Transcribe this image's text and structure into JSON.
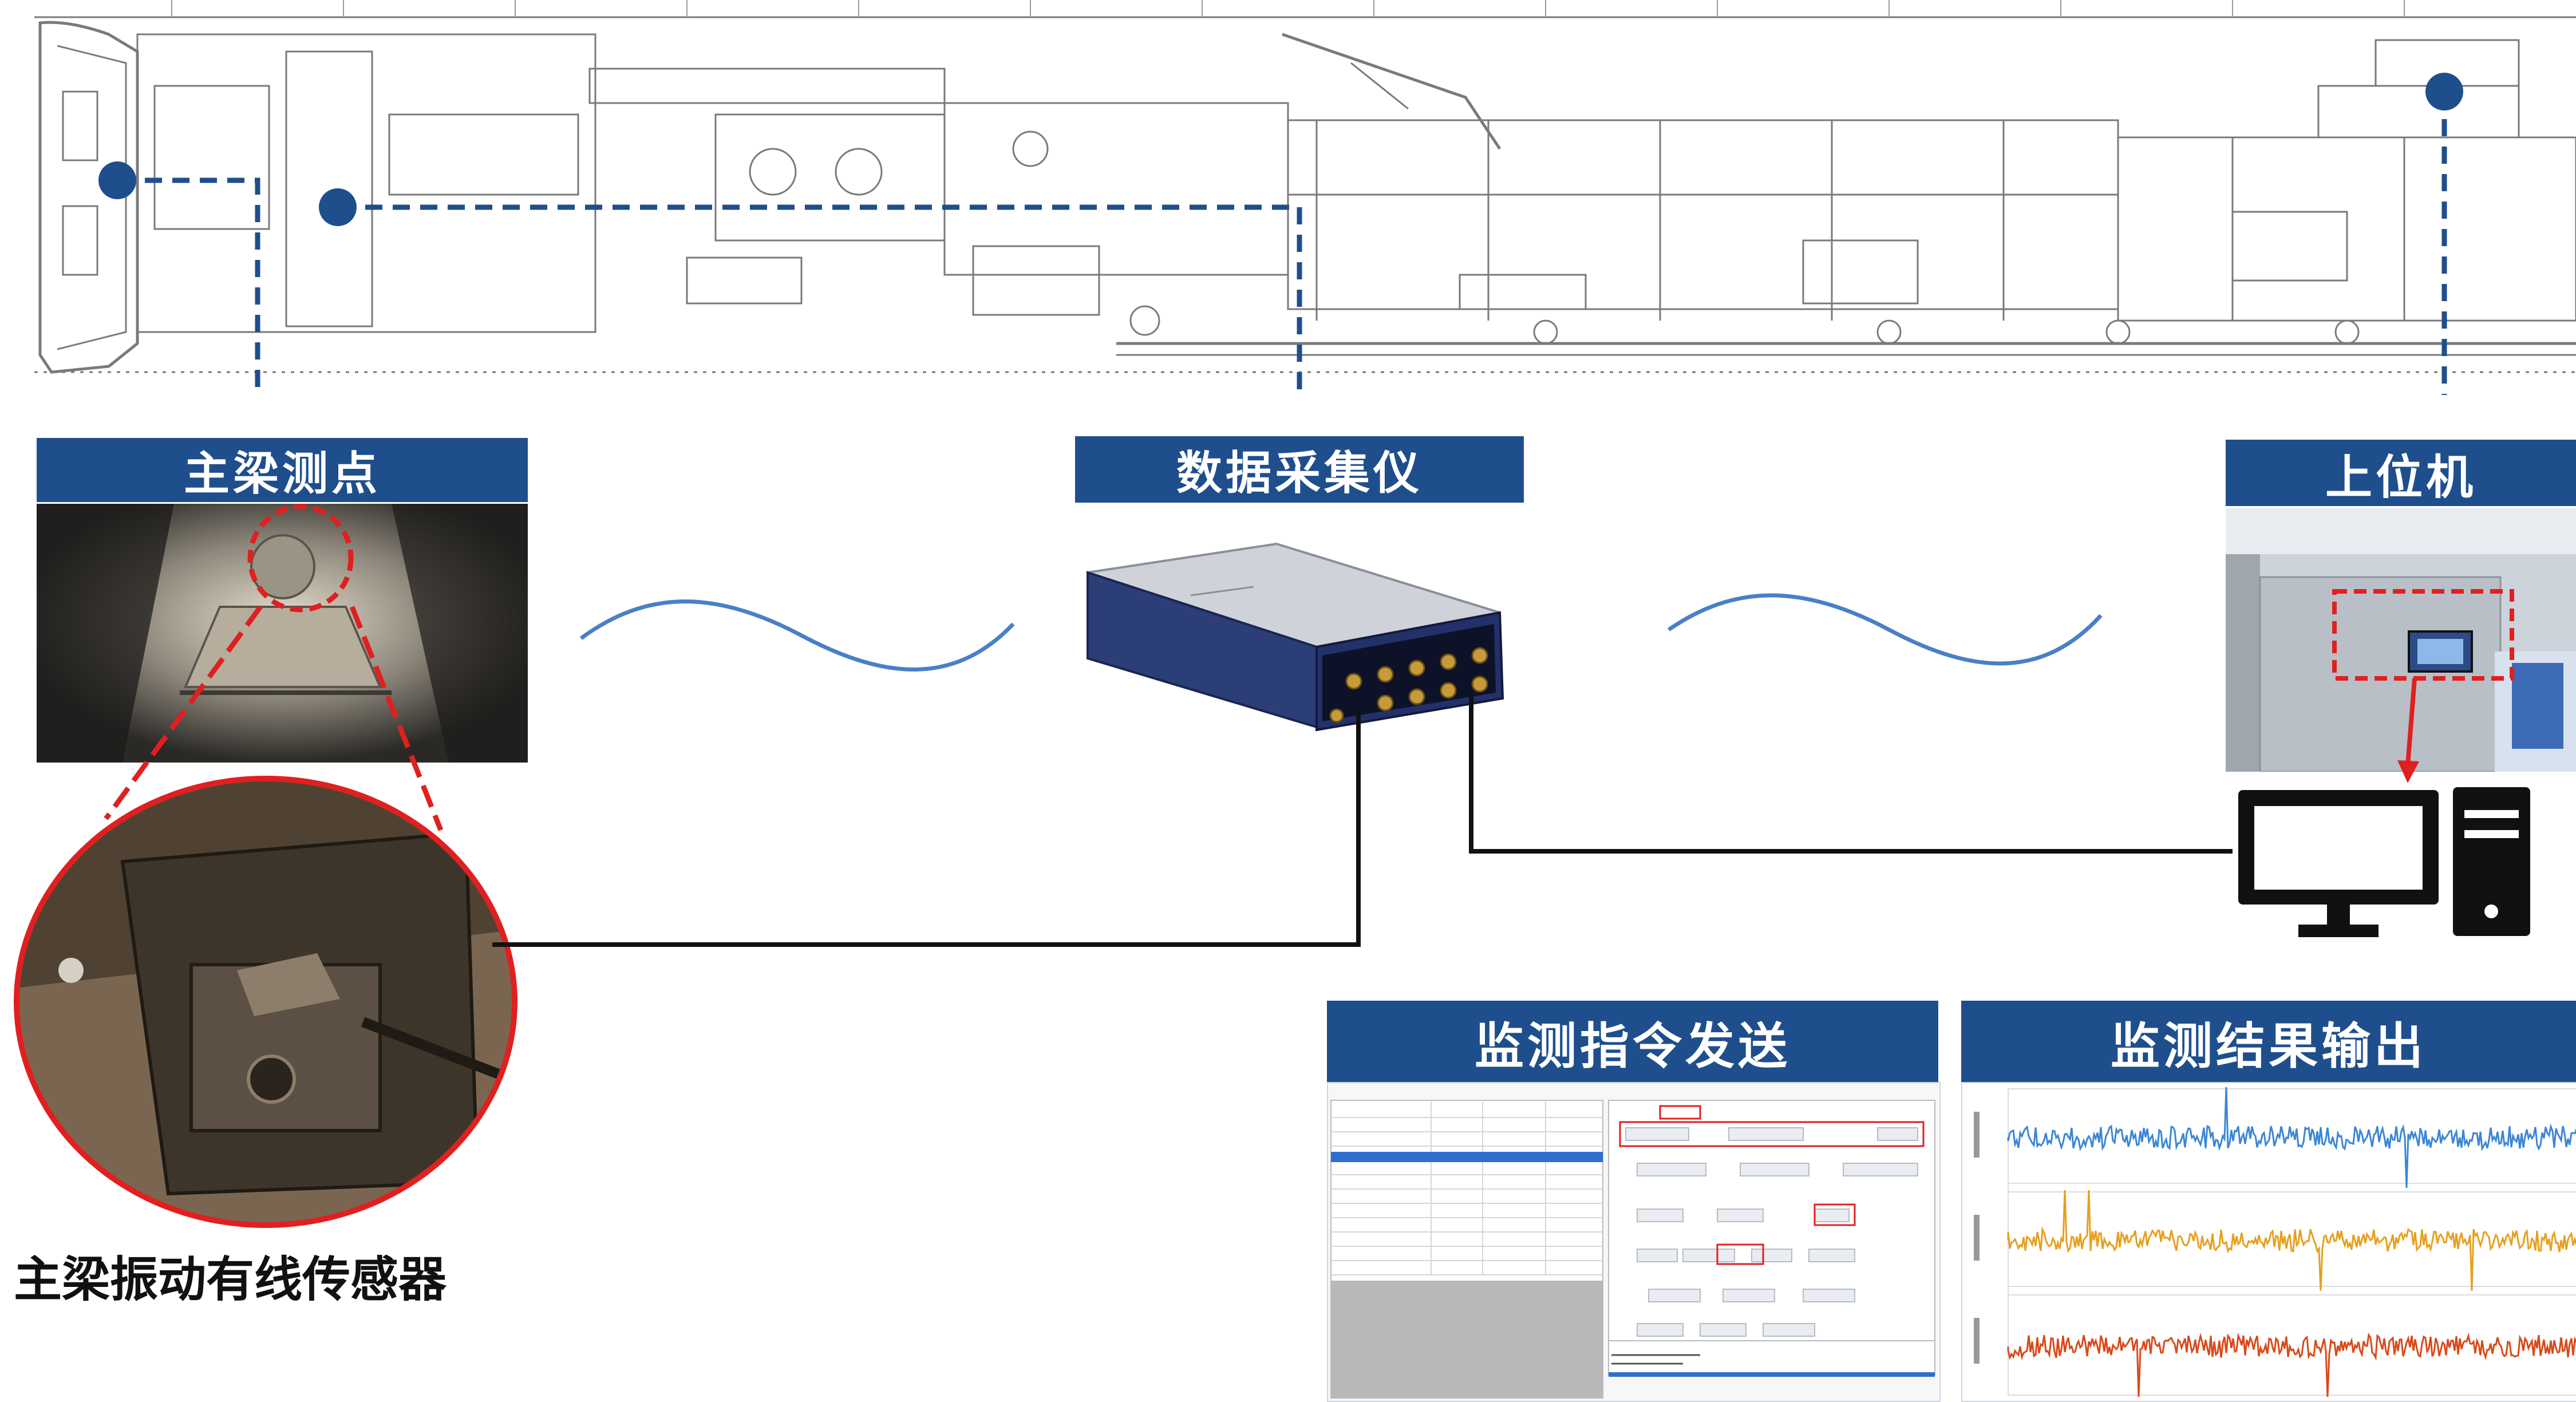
{
  "labels": {
    "measure_point": "主梁测点",
    "daq": "数据采集仪",
    "host": "上位机",
    "sensor_caption": "主梁振动有线传感器",
    "send_panel": "监测指令发送",
    "result_panel": "监测结果输出"
  },
  "colors": {
    "header_bg": "#1f4e8c",
    "dashed_line": "#1f4e8c",
    "wave": "#4a7fc8",
    "highlight": "#e02020",
    "series_1": "#3b86d6",
    "series_2": "#e6a020",
    "series_3": "#d84a1a"
  }
}
